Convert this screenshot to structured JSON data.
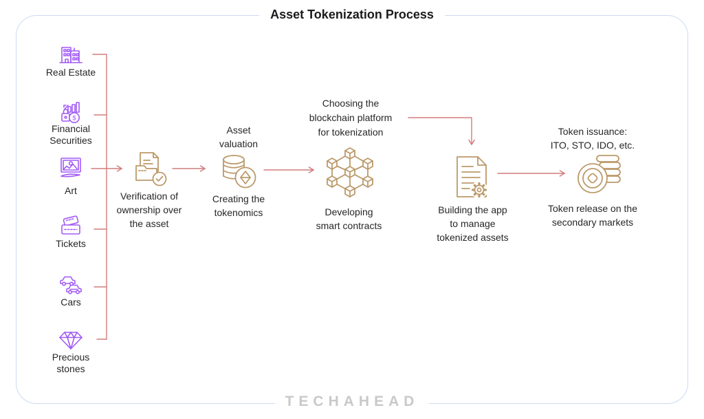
{
  "title": "Asset Tokenization Process",
  "brand": "TECHAHEAD",
  "colors": {
    "asset_icon_purple": "#a15af5",
    "step_icon_tan": "#bb9969",
    "connector_rose": "#d27c7c",
    "frame_blue": "#ccdaf2",
    "text_dark": "#262626",
    "logo_gray": "#c9c9cc"
  },
  "assets": [
    {
      "label": "Real Estate",
      "icon": "building-icon"
    },
    {
      "label": "Financial Securities",
      "icon": "financial-securities-icon"
    },
    {
      "label": "Art",
      "icon": "art-frame-icon"
    },
    {
      "label": "Tickets",
      "icon": "tickets-icon"
    },
    {
      "label": "Cars",
      "icon": "cars-icon"
    },
    {
      "label": "Precious stones",
      "icon": "diamond-icon"
    }
  ],
  "steps": [
    {
      "label_below": "Verification of ownership over the asset",
      "icon": "document-shield-icon"
    },
    {
      "label_above": "Asset valuation",
      "label_below": "Creating the tokenomics",
      "icon": "coin-stack-crypto-icon"
    },
    {
      "label_above": "Choosing the blockchain platform for tokenization",
      "label_below": "Developing smart contracts",
      "icon": "blockchain-network-icon"
    },
    {
      "label_below": "Building the app to manage tokenized assets",
      "icon": "document-gear-icon"
    },
    {
      "label_above": "Token issuance: ITO, STO, IDO, etc.",
      "label_below": "Token release on the secondary markets",
      "icon": "token-coins-icon"
    }
  ]
}
